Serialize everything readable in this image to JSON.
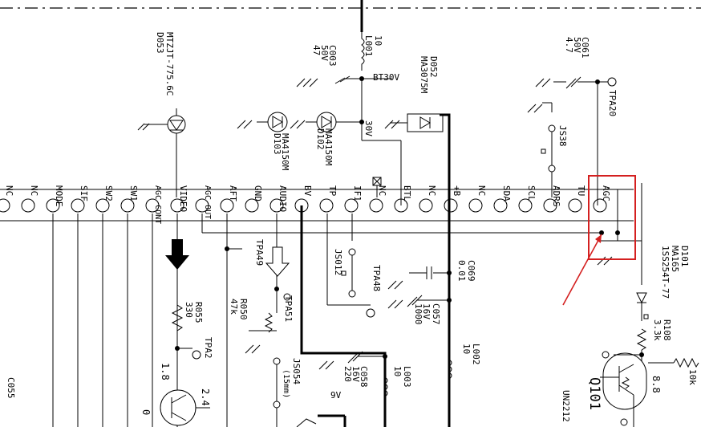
{
  "connector_pins": [
    "NC",
    "NC",
    "MODE",
    "SIF",
    "SW2",
    "SW1",
    "AGC CONT",
    "VIDEO",
    "AGC OUT",
    "AFT",
    "GND",
    "AUDIO",
    "BV",
    "TP",
    "IF1",
    "NC",
    "BTL",
    "NC",
    "+B",
    "NC",
    "SDA",
    "SCL",
    "ADRS",
    "TU",
    "AGC"
  ],
  "components": {
    "d053": {
      "ref": "D053",
      "part": "MTZJT-775.6C"
    },
    "l001": {
      "ref": "L001",
      "value": "10"
    },
    "c003": {
      "ref": "C003",
      "v": "50V",
      "value": "47"
    },
    "bt30v": "BT30V",
    "d052": {
      "ref": "D052",
      "part": "MA3075M"
    },
    "c061": {
      "ref": "C061",
      "v": "50V",
      "value": "4.7"
    },
    "tpa20": "TPA20",
    "js38": "JS38",
    "d103": {
      "ref": "D103",
      "part": "MA4150M"
    },
    "d102": {
      "ref": "D102",
      "part": "MA4150M"
    },
    "v30": "30V",
    "tpa49": "TPA49",
    "tpa51": "TPA51",
    "js012": "JS012",
    "tpa48": "TPA48",
    "c069": {
      "ref": "C069",
      "value": "0.01"
    },
    "c057": {
      "ref": "C057",
      "v": "16V",
      "value": "1000"
    },
    "l002": {
      "ref": "L002",
      "value": "10"
    },
    "r055": {
      "ref": "R055",
      "value": "330"
    },
    "r050": {
      "ref": "R050",
      "value": "47k"
    },
    "tpa2": "TPA2",
    "v18": "1.8",
    "v24": "2.4",
    "v0": "0",
    "js054": {
      "ref": "JS054",
      "note": "(15mm)"
    },
    "c058": {
      "ref": "C058",
      "v": "16V",
      "value": "220"
    },
    "l003": {
      "ref": "L003",
      "value": "10"
    },
    "v9": "9V",
    "d101": {
      "ref": "D101",
      "part1": "MA165",
      "part2": "1SS254T-77"
    },
    "r108": {
      "ref": "R108",
      "value": "3.3k"
    },
    "q101": {
      "ref": "Q101",
      "part": "UN2212"
    },
    "v88": "8.8",
    "r_right": "10k",
    "c055": "C055"
  },
  "highlight_color": "#d42020",
  "highlight_target": "AGC"
}
